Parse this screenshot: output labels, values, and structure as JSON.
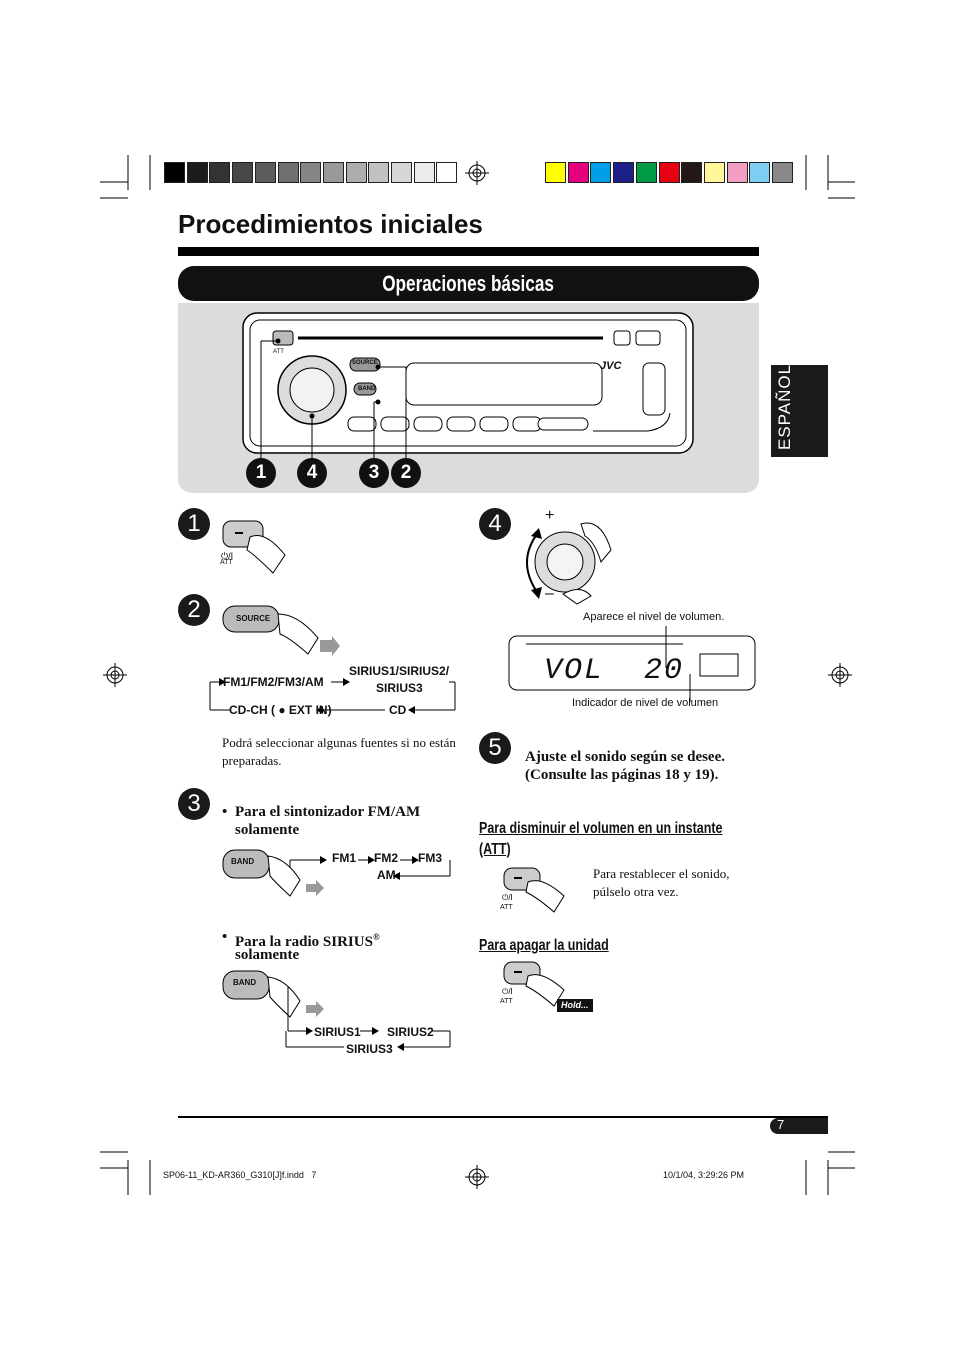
{
  "header": {
    "title": "Procedimientos iniciales",
    "section_bar": "Operaciones básicas",
    "side_tab": "ESPAÑOL"
  },
  "color_bars": {
    "gray": [
      "#000000",
      "#1c1c1c",
      "#333333",
      "#474747",
      "#5c5c5c",
      "#707070",
      "#858585",
      "#999999",
      "#adadad",
      "#c2c2c2",
      "#d6d6d6",
      "#ebebeb",
      "#ffffff"
    ],
    "color": [
      "#ffff00",
      "#e6007e",
      "#00a0e9",
      "#1d2088",
      "#009944",
      "#e60012",
      "#231815",
      "#fff799",
      "#f29ec2",
      "#7ecef4",
      "#898989"
    ]
  },
  "radio_callouts": [
    "1",
    "4",
    "3",
    "2"
  ],
  "radio_labels": {
    "brand": "JVC",
    "source": "SOURCE",
    "band": "BAND",
    "att": "ATT"
  },
  "steps": {
    "s1": {
      "num": "1",
      "att_label": "ATT"
    },
    "s2": {
      "num": "2",
      "button": "SOURCE",
      "flow": {
        "a": "FM1/FM2/FM3/AM",
        "b1": "SIRIUS1/SIRIUS2/",
        "b2": "SIRIUS3",
        "c": "CD",
        "d": "CD-CH ( ● EXT IN)"
      },
      "note": "Podrá seleccionar algunas fuentes si no están preparadas."
    },
    "s3": {
      "num": "3",
      "fm_title1": "Para el sintonizador FM/AM",
      "fm_title2": "solamente",
      "fm_button": "BAND",
      "fm_flow": {
        "a": "FM1",
        "b": "FM2",
        "c": "FM3",
        "d": "AM"
      },
      "sirius_title1": "Para la radio SIRIUS",
      "sirius_sup": "®",
      "sirius_title2": "solamente",
      "sirius_button": "BAND",
      "sirius_flow": {
        "a": "SIRIUS1",
        "b": "SIRIUS2",
        "c": "SIRIUS3"
      }
    },
    "s4": {
      "num": "4",
      "plus": "+",
      "minus": "–",
      "caption_top": "Aparece el nivel de volumen.",
      "display_text": "VOL  20",
      "caption_bottom": "Indicador de nivel de volumen"
    },
    "s5": {
      "num": "5",
      "line1": "Ajuste el sonido según se desee.",
      "line2": "(Consulte las páginas 18 y 19)."
    }
  },
  "att_section": {
    "title1": "Para disminuir el volumen en un instante",
    "title2": "(ATT)",
    "att_label": "ATT",
    "note1": "Para restablecer el sonido,",
    "note2": "púlselo otra vez."
  },
  "off_section": {
    "title": "Para apagar la unidad",
    "att_label": "ATT",
    "hold": "Hold..."
  },
  "footer": {
    "page_num": "7",
    "file": "SP06-11_KD-AR360_G310[J]f.indd   7",
    "date": "10/1/04, 3:29:26 PM"
  }
}
